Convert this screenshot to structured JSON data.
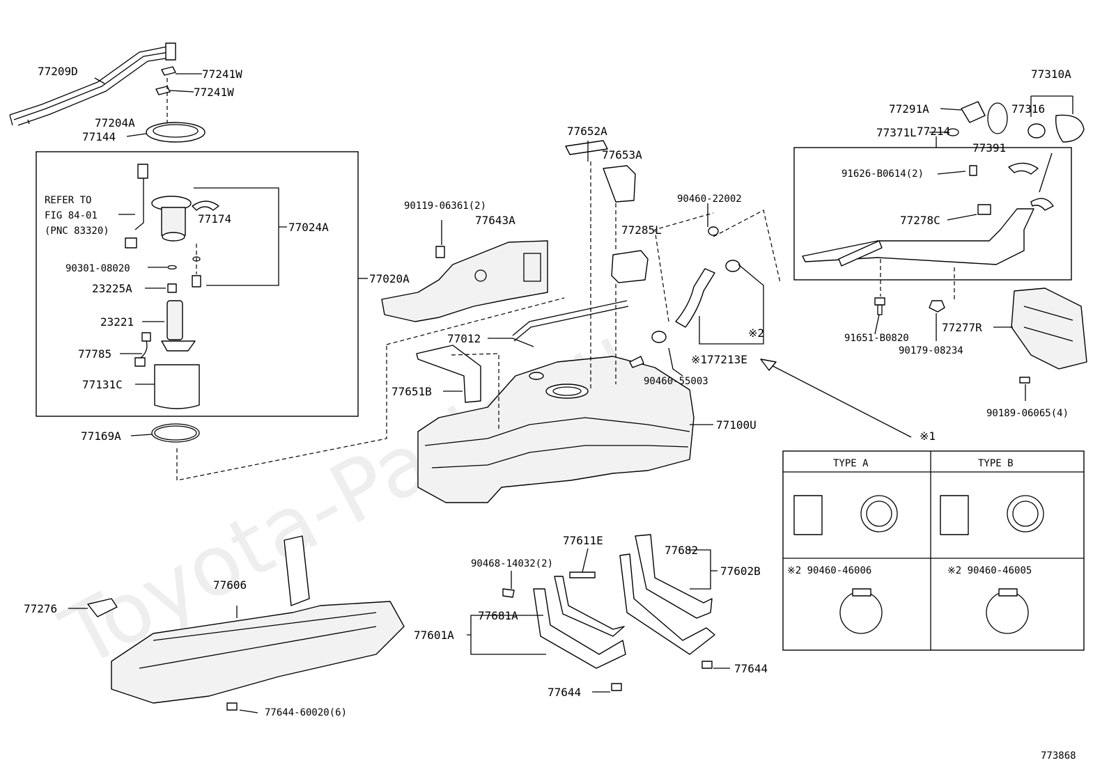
{
  "watermark": "Toyota-Parts.ru",
  "figure_number": "773868",
  "callouts": {
    "p77209D": "77209D",
    "p77241W_a": "77241W",
    "p77241W_b": "77241W",
    "p77204A": "77204A",
    "p77144": "77144",
    "refer1": "REFER TO",
    "refer2": "FIG 84-01",
    "refer3": "(PNC 83320)",
    "p77174": "77174",
    "p77024A": "77024A",
    "p90301": "90301-08020",
    "p23225A": "23225A",
    "p77020A": "77020A",
    "p23221": "23221",
    "p77785": "77785",
    "p77131C": "77131C",
    "p77169A": "77169A",
    "p90119": "90119-06361(2)",
    "p77643A": "77643A",
    "p77652A": "77652A",
    "p77653A": "77653A",
    "p77285L": "77285L",
    "p90460_22002": "90460-22002",
    "p77012": "77012",
    "p77651B": "77651B",
    "p77213E": "※177213E",
    "mark2": "※2",
    "p90460_55003": "90460-55003",
    "p77100U": "77100U",
    "p77310A": "77310A",
    "p77291A": "77291A",
    "p77316": "77316",
    "p77371L": "77371L",
    "p77391": "77391",
    "p77214": "77214",
    "p91626": "91626-B0614(2)",
    "p77278C": "77278C",
    "p77277R": "77277R",
    "p91651": "91651-B0820",
    "p90179": "90179-08234",
    "p90189": "90189-06065(4)",
    "mark1": "※1",
    "typeA": "TYPE  A",
    "typeB": "TYPE  B",
    "clampA": "※2 90460-46006",
    "clampB": "※2 90460-46005",
    "p77606": "77606",
    "p77276": "77276",
    "p77644_60020": "77644-60020(6)",
    "p90468": "90468-14032(2)",
    "p77611E": "77611E",
    "p77682": "77682",
    "p77602B": "77602B",
    "p77681A": "77681A",
    "p77601A": "77601A",
    "p77644_a": "77644",
    "p77644_b": "77644"
  }
}
